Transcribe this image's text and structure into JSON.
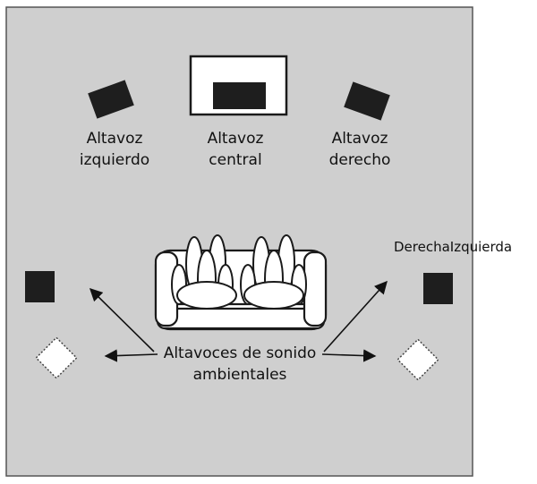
{
  "labels": {
    "front_left": [
      "Altavoz",
      "izquierdo"
    ],
    "center": [
      "Altavoz",
      "central"
    ],
    "front_right": [
      "Altavoz",
      "derecho"
    ],
    "surround_top": "DerechaIzquierda",
    "surround": [
      "Altavoces de sonido",
      "ambientales"
    ]
  },
  "colors": {
    "room": "#cfcfcf",
    "room_border": "#555555",
    "speaker": "#1e1e1e",
    "screen": "#ffffff",
    "outline": "#1a1a1a"
  }
}
